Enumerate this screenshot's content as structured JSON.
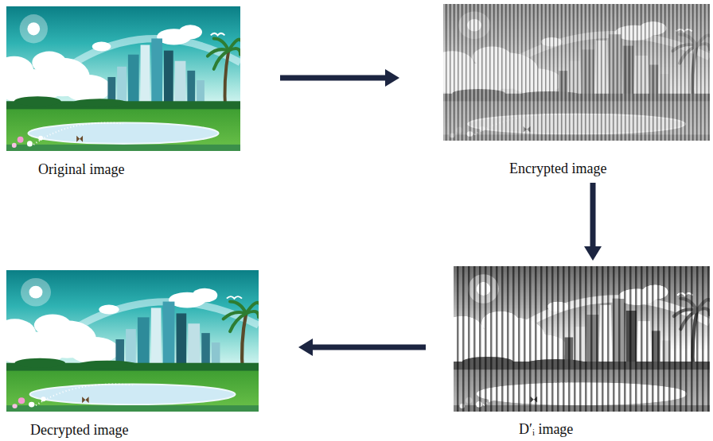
{
  "diagram": {
    "nodes": [
      {
        "text": [
          "Original image"
        ]
      },
      {
        "text": [
          "Encrypted image"
        ]
      },
      {
        "text": [
          "D′ᵢ image"
        ]
      },
      {
        "text": [
          "Decrypted image"
        ]
      }
    ],
    "edges": [
      {
        "from": 0,
        "to": 1,
        "arrow": "to"
      },
      {
        "from": 1,
        "to": 2,
        "arrow": "to"
      },
      {
        "from": 2,
        "to": 3,
        "arrow": "to"
      }
    ]
  }
}
